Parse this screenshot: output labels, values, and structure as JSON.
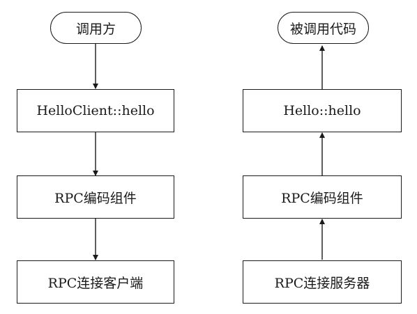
{
  "colors": {
    "stroke": "#1a1a1a",
    "background": "#ffffff"
  },
  "left_column": {
    "caller": "调用方",
    "client_stub": "HelloClient::hello",
    "encoder": "RPC编码组件",
    "connection": "RPC连接客户端"
  },
  "right_column": {
    "callee": "被调用代码",
    "server_stub": "Hello::hello",
    "encoder": "RPC编码组件",
    "connection": "RPC连接服务器"
  }
}
